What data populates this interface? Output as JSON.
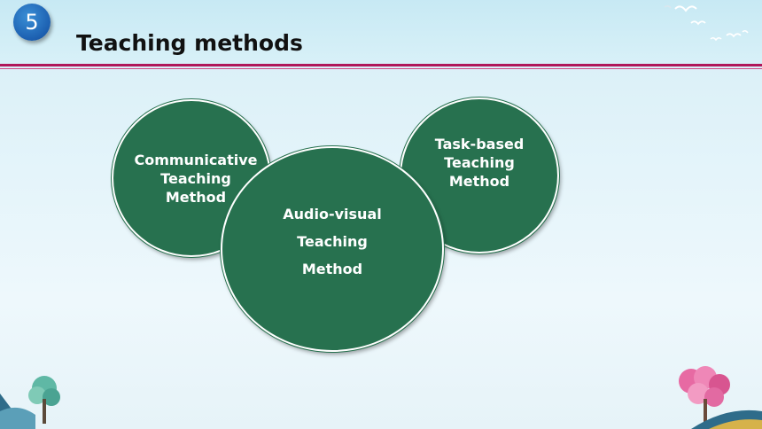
{
  "slide": {
    "number": "5",
    "title": "Teaching methods"
  },
  "methods": {
    "communicative": [
      "Communicative",
      "Teaching",
      "Method"
    ],
    "task_based": [
      "Task-based",
      "Teaching",
      "Method"
    ],
    "audio_visual": [
      "Audio-visual",
      "Teaching",
      "Method"
    ]
  },
  "colors": {
    "circle_fill": "#27714f",
    "accent_rule": "#b0185a",
    "badge": "#1c5fb0"
  }
}
